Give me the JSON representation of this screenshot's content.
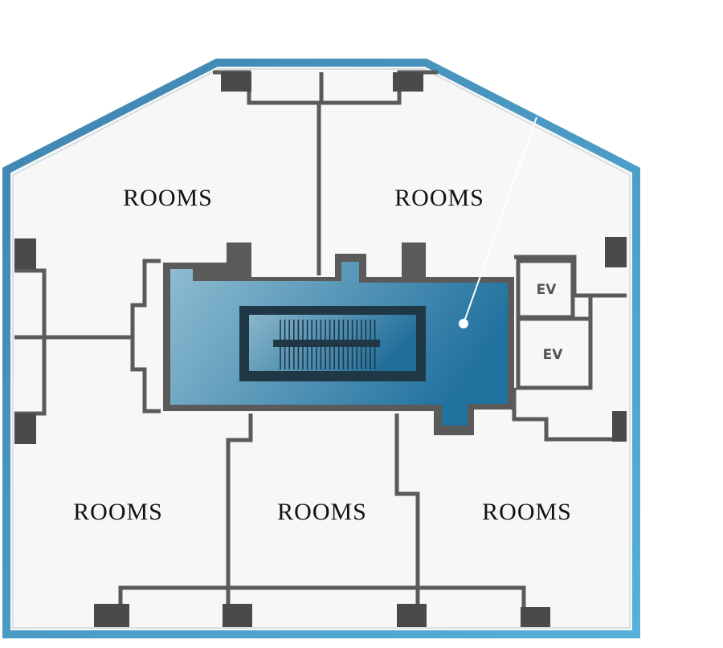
{
  "floor_plan": {
    "rooms": [
      {
        "label": "ROOMS"
      },
      {
        "label": "ROOMS"
      },
      {
        "label": "ROOMS"
      },
      {
        "label": "ROOMS"
      },
      {
        "label": "ROOMS"
      }
    ],
    "elevators": [
      {
        "label": "EV"
      },
      {
        "label": "EV"
      }
    ]
  },
  "colors": {
    "outer_wall": "#4a9cc6",
    "outer_wall_dark": "#3d7fa8",
    "floor": "#f7f7f7",
    "interior_wall": "#5a5a5a",
    "pillar": "#4a4a4a",
    "core_gradient_start": "#8fbdd1",
    "core_gradient_end": "#2272a0",
    "stair": "#203746"
  }
}
